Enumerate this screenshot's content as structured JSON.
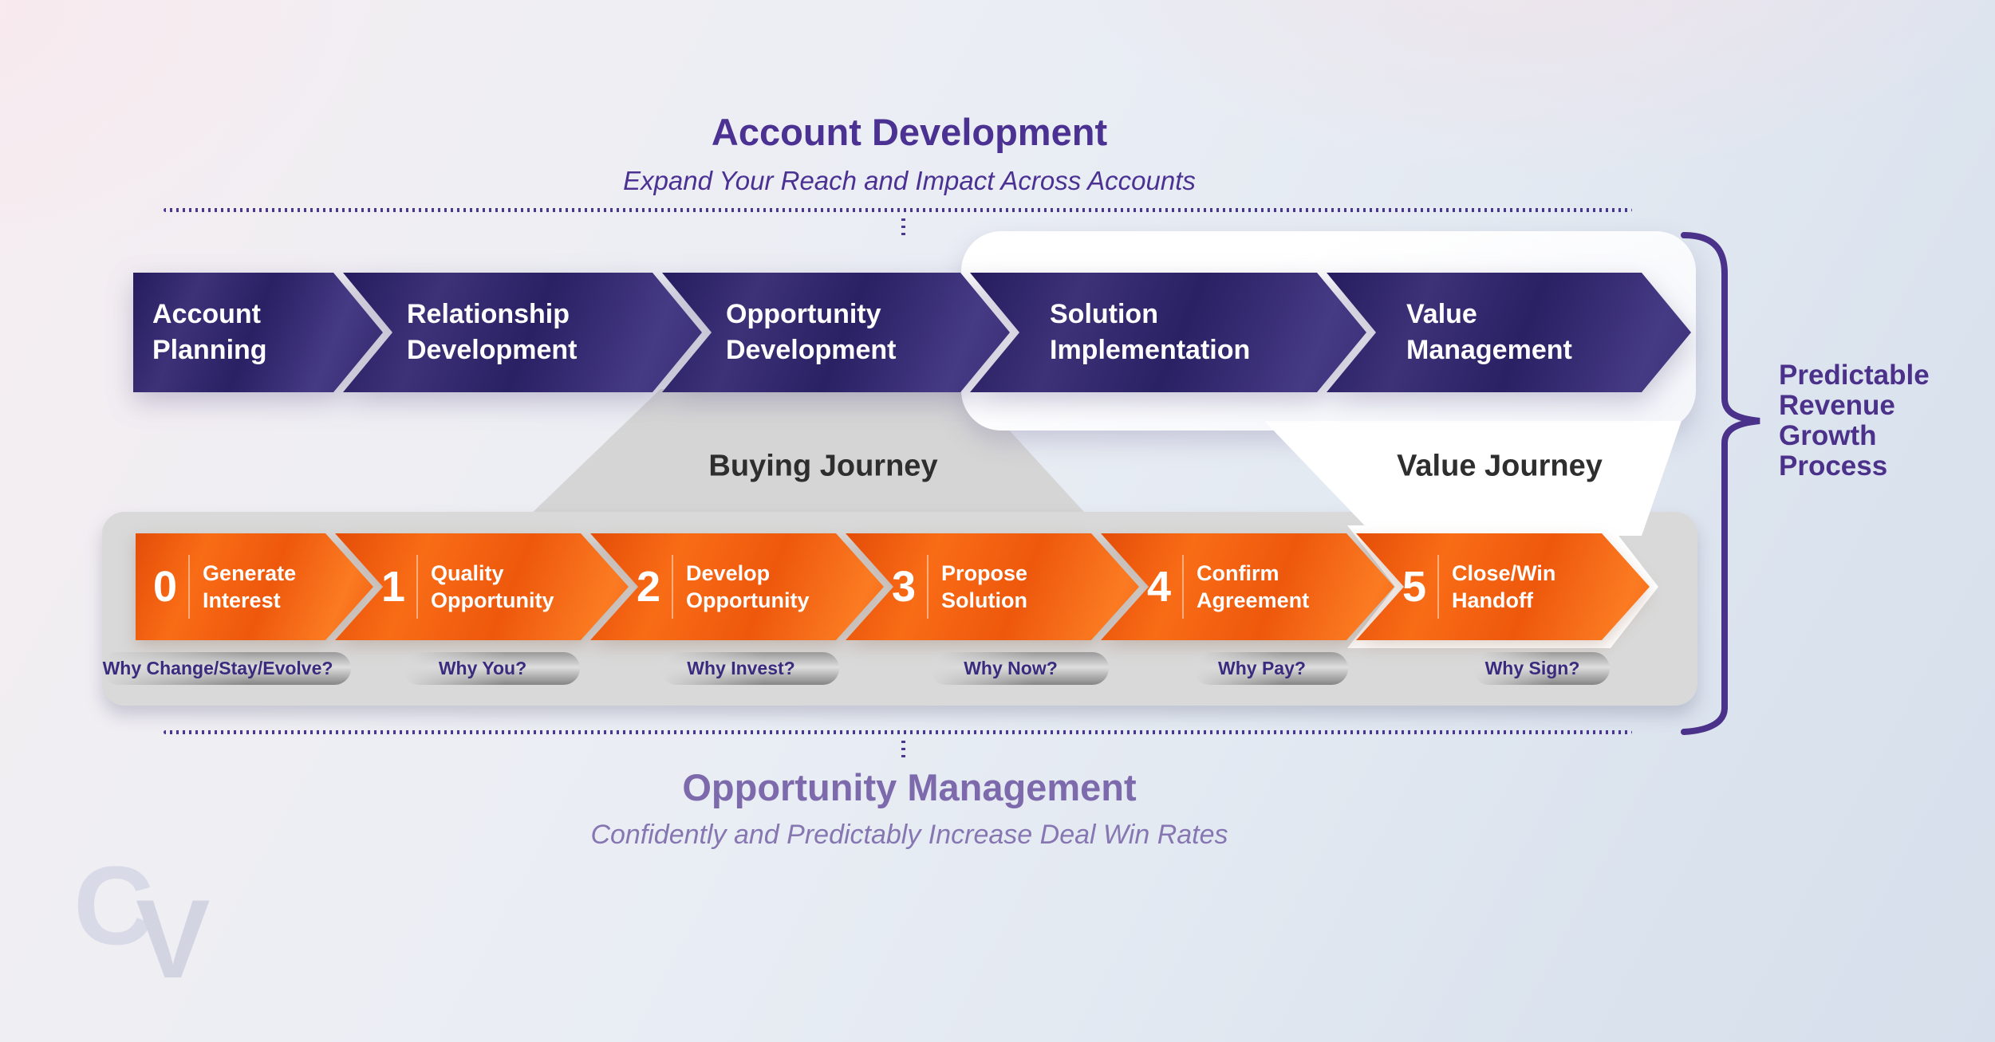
{
  "header": {
    "title": "Account Development",
    "subtitle": "Expand Your Reach and Impact Across Accounts"
  },
  "account_development_stages": [
    {
      "line1": "Account",
      "line2": "Planning"
    },
    {
      "line1": "Relationship",
      "line2": "Development"
    },
    {
      "line1": "Opportunity",
      "line2": "Development"
    },
    {
      "line1": "Solution",
      "line2": "Implementation"
    },
    {
      "line1": "Value",
      "line2": "Management"
    }
  ],
  "journeys": {
    "buying_label": "Buying Journey",
    "value_label": "Value Journey"
  },
  "opportunity_stages": [
    {
      "number": "0",
      "line1": "Generate",
      "line2": "Interest",
      "question": "Why Change/Stay/Evolve?"
    },
    {
      "number": "1",
      "line1": "Quality",
      "line2": "Opportunity",
      "question": "Why You?"
    },
    {
      "number": "2",
      "line1": "Develop",
      "line2": "Opportunity",
      "question": "Why Invest?"
    },
    {
      "number": "3",
      "line1": "Propose",
      "line2": "Solution",
      "question": "Why Now?"
    },
    {
      "number": "4",
      "line1": "Confirm",
      "line2": "Agreement",
      "question": "Why Pay?"
    },
    {
      "number": "5",
      "line1": "Close/Win",
      "line2": "Handoff",
      "question": "Why Sign?"
    }
  ],
  "brace_label": {
    "line1": "Predictable",
    "line2": "Revenue",
    "line3": "Growth",
    "line4": "Process"
  },
  "footer": {
    "title": "Opportunity Management",
    "subtitle": "Confidently and Predictably Increase Deal Win Rates"
  },
  "watermark": {
    "letter_c": "C",
    "letter_v": "V"
  },
  "colors": {
    "accent_purple": "#4a3192",
    "muted_purple": "#7d6aac",
    "chevron_purple": "#2a2064",
    "chevron_orange": "#f2600f",
    "container_gray": "#d9d9d9",
    "pill_text_purple": "#3b2b7e"
  }
}
